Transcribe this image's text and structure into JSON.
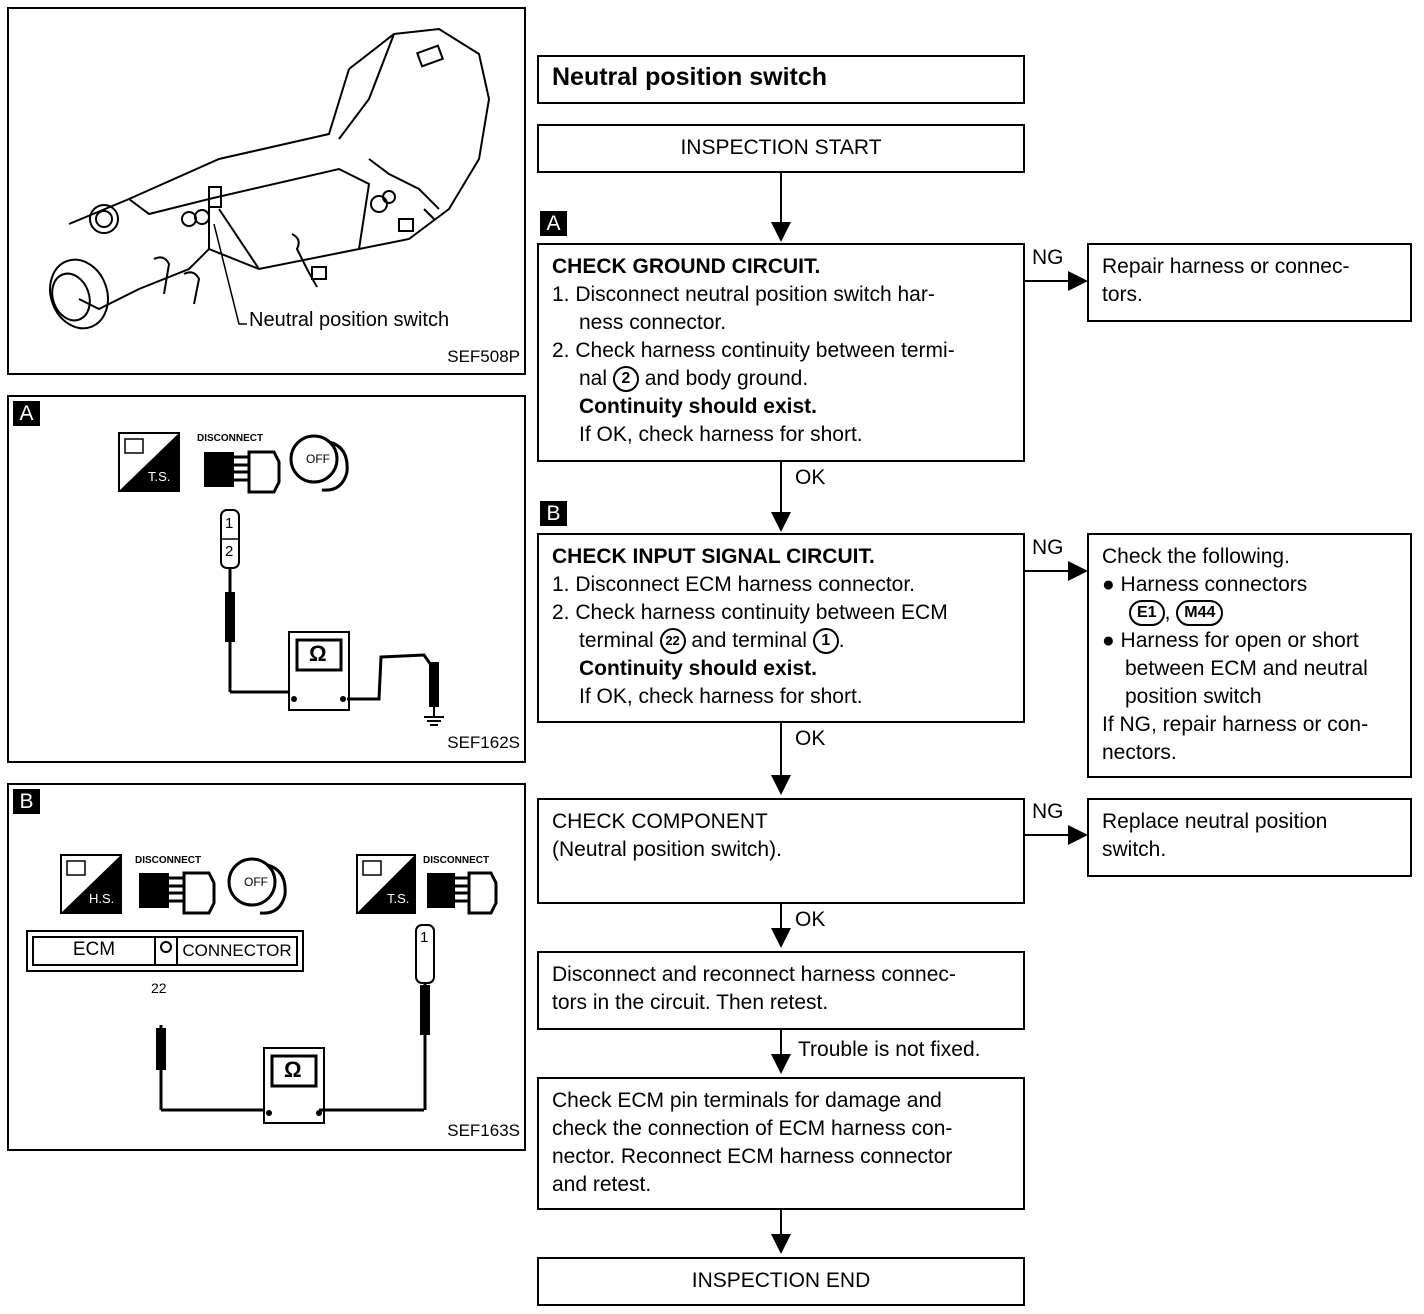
{
  "panels": {
    "top": {
      "callout": "Neutral position switch",
      "code": "SEF508P"
    },
    "a": {
      "tag": "A",
      "code": "SEF162S",
      "icon_ts": "T.S.",
      "icon_disconnect": "DISCONNECT",
      "icon_off": "OFF",
      "probe_top": "1",
      "probe_bottom": "2",
      "meter": "Ω"
    },
    "b": {
      "tag": "B",
      "code": "SEF163S",
      "icon_hs": "H.S.",
      "icon_ts": "T.S.",
      "icon_disconnect": "DISCONNECT",
      "icon_off": "OFF",
      "ecm": "ECM",
      "connector": "CONNECTOR",
      "pin": "22",
      "probe": "1",
      "meter": "Ω"
    }
  },
  "flow": {
    "title": "Neutral position switch",
    "start": "INSPECTION START",
    "end": "INSPECTION END",
    "ng": "NG",
    "ok": "OK",
    "trouble": "Trouble is not fixed.",
    "step_a": {
      "tag": "A",
      "heading": "CHECK GROUND CIRCUIT.",
      "l1": "1. Disconnect neutral position switch har-",
      "l2": "ness connector.",
      "l3": "2. Check harness continuity between termi-",
      "l4a": "nal",
      "l4_term": "2",
      "l4b": "and body ground.",
      "l5": "Continuity should exist.",
      "l6": "If OK, check harness for short.",
      "ng_l1": "Repair harness or connec-",
      "ng_l2": "tors."
    },
    "step_b": {
      "tag": "B",
      "heading": "CHECK INPUT SIGNAL CIRCUIT.",
      "l1": "1. Disconnect ECM harness connector.",
      "l2": "2. Check harness continuity between ECM",
      "l3a": "terminal",
      "l3_t1": "22",
      "l3b": "and terminal",
      "l3_t2": "1",
      "l3c": ".",
      "l4": "Continuity should exist.",
      "l5": "If OK, check harness for short.",
      "ng_l1": "Check the following.",
      "ng_l2": "Harness connectors",
      "ng_c1": "E1",
      "ng_sep": ",",
      "ng_c2": "M44",
      "ng_l3": "Harness for open or short",
      "ng_l4": "between ECM and neutral",
      "ng_l5": "position switch",
      "ng_l6": "If NG, repair harness or con-",
      "ng_l7": "nectors."
    },
    "step_c": {
      "l1": "CHECK COMPONENT",
      "l2": "(Neutral position switch).",
      "ng_l1": "Replace neutral position",
      "ng_l2": "switch."
    },
    "step_d": {
      "l1": "Disconnect and reconnect harness connec-",
      "l2": "tors in the circuit. Then retest."
    },
    "step_e": {
      "l1": "Check ECM pin terminals for damage and",
      "l2": "check the connection of ECM harness con-",
      "l3": "nector. Reconnect ECM harness connector",
      "l4": "and retest."
    }
  }
}
